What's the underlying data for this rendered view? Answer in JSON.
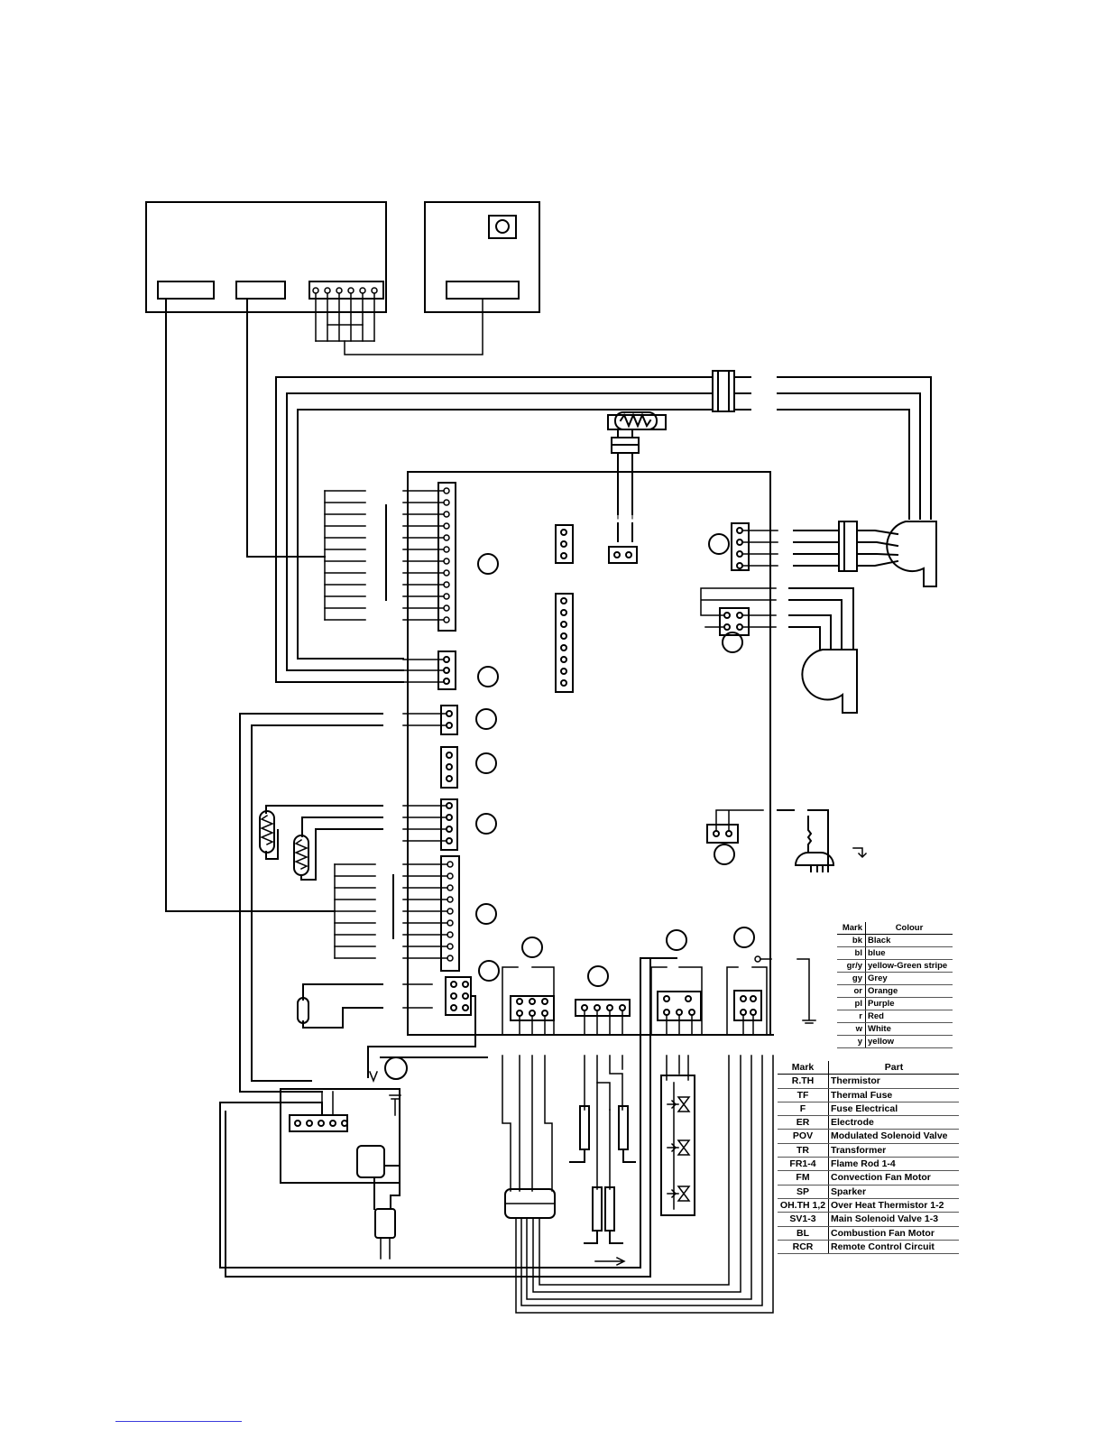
{
  "colour_legend": {
    "header_mark": "Mark",
    "header_value": "Colour",
    "rows": [
      {
        "mark": "bk",
        "value": "Black"
      },
      {
        "mark": "bl",
        "value": "blue"
      },
      {
        "mark": "gr/y",
        "value": "yellow-Green stripe"
      },
      {
        "mark": "gy",
        "value": "Grey"
      },
      {
        "mark": "or",
        "value": "Orange"
      },
      {
        "mark": "pl",
        "value": "Purple"
      },
      {
        "mark": "r",
        "value": "Red"
      },
      {
        "mark": "w",
        "value": "White"
      },
      {
        "mark": "y",
        "value": "yellow"
      }
    ]
  },
  "part_legend": {
    "header_mark": "Mark",
    "header_value": "Part",
    "rows": [
      {
        "mark": "R.TH",
        "value": "Thermistor"
      },
      {
        "mark": "TF",
        "value": "Thermal Fuse"
      },
      {
        "mark": "F",
        "value": "Fuse Electrical"
      },
      {
        "mark": "ER",
        "value": "Electrode"
      },
      {
        "mark": "POV",
        "value": "Modulated Solenoid Valve"
      },
      {
        "mark": "TR",
        "value": "Transformer"
      },
      {
        "mark": "FR1-4",
        "value": "Flame Rod 1-4"
      },
      {
        "mark": "FM",
        "value": "Convection Fan Motor"
      },
      {
        "mark": "SP",
        "value": "Sparker"
      },
      {
        "mark": "OH.TH 1,2",
        "value": "Over Heat Thermistor 1-2"
      },
      {
        "mark": "SV1-3",
        "value": "Main Solenoid Valve 1-3"
      },
      {
        "mark": "BL",
        "value": "Combustion Fan Motor"
      },
      {
        "mark": "RCR",
        "value": "Remote Control Circuit"
      }
    ]
  },
  "colors": {
    "ink": "#000000",
    "paper": "#ffffff",
    "footer_link": "#3b3bdc"
  }
}
